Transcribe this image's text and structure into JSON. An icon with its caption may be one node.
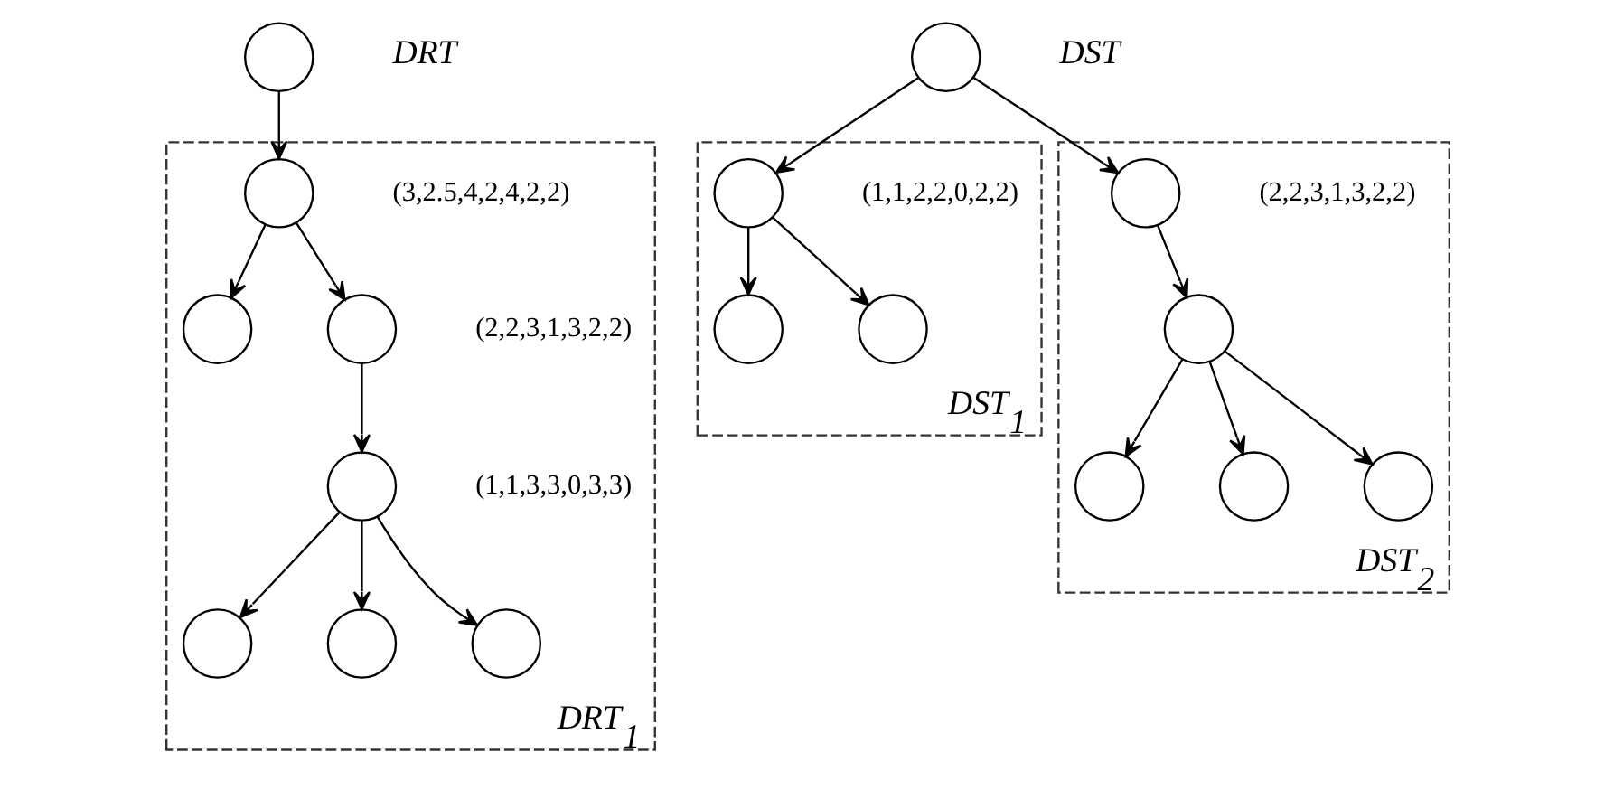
{
  "diagram": {
    "nodes": [
      {
        "text": [],
        "shape": "circle",
        "beside": [
          "DRT"
        ]
      },
      {
        "text": [
          "DRT$_{1}$"
        ]
      },
      {
        "text": [],
        "shape": "circle",
        "in": 1,
        "beside": [
          "(3,2.5,4,2,4,2,2)"
        ]
      },
      {
        "text": [],
        "shape": "circle",
        "in": 1
      },
      {
        "text": [],
        "shape": "circle",
        "in": 1,
        "beside": [
          "(2,2,3,1,3,2,2)"
        ]
      },
      {
        "text": [],
        "shape": "circle",
        "in": 1,
        "beside": [
          "(1,1,3,3,0,3,3)"
        ]
      },
      {
        "text": [],
        "shape": "circle",
        "in": 1
      },
      {
        "text": [],
        "shape": "circle",
        "in": 1
      },
      {
        "text": [],
        "shape": "circle",
        "in": 1
      },
      {
        "text": [],
        "shape": "circle",
        "beside": [
          "DST"
        ]
      },
      {
        "text": [
          "DST$_{1}$"
        ]
      },
      {
        "text": [],
        "shape": "circle",
        "in": 10,
        "beside": [
          "(1,1,2,2,0,2,2)"
        ]
      },
      {
        "text": [],
        "shape": "circle",
        "in": 10
      },
      {
        "text": [],
        "shape": "circle",
        "in": 10
      },
      {
        "text": [
          "DST$_{2}$"
        ]
      },
      {
        "text": [],
        "shape": "circle",
        "in": 14,
        "beside": [
          "(2,2,3,1,3,2,2)"
        ]
      },
      {
        "text": [],
        "shape": "circle",
        "in": 14
      },
      {
        "text": [],
        "shape": "circle",
        "in": 14
      },
      {
        "text": [],
        "shape": "circle",
        "in": 14
      },
      {
        "text": [],
        "shape": "circle",
        "in": 14
      }
    ],
    "edges": [
      {
        "from": 0,
        "to": 2,
        "arrow": "to"
      },
      {
        "from": 2,
        "to": 3,
        "arrow": "to"
      },
      {
        "from": 2,
        "to": 4,
        "arrow": "to"
      },
      {
        "from": 4,
        "to": 5,
        "arrow": "to"
      },
      {
        "from": 5,
        "to": 6,
        "arrow": "to"
      },
      {
        "from": 5,
        "to": 7,
        "arrow": "to"
      },
      {
        "from": 5,
        "to": 8,
        "arrow": "to"
      },
      {
        "from": 9,
        "to": 11,
        "arrow": "to"
      },
      {
        "from": 9,
        "to": 15,
        "arrow": "to"
      },
      {
        "from": 11,
        "to": 12,
        "arrow": "to"
      },
      {
        "from": 11,
        "to": 13,
        "arrow": "to"
      },
      {
        "from": 15,
        "to": 16,
        "arrow": "to"
      },
      {
        "from": 16,
        "to": 17,
        "arrow": "to"
      },
      {
        "from": 16,
        "to": 18,
        "arrow": "to"
      },
      {
        "from": 16,
        "to": 19,
        "arrow": "to"
      }
    ]
  }
}
